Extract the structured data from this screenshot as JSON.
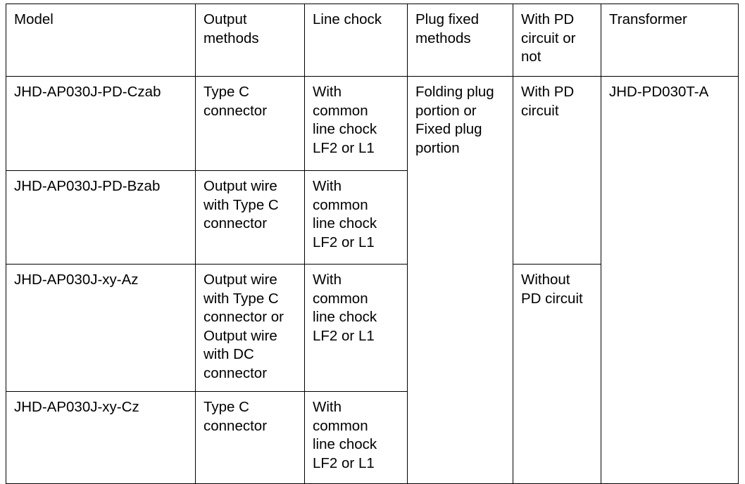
{
  "table": {
    "columns": [
      {
        "key": "model",
        "label": "Model"
      },
      {
        "key": "output",
        "label": "Output\nmethods"
      },
      {
        "key": "chock",
        "label": "Line chock"
      },
      {
        "key": "plug",
        "label": "Plug fixed\nmethods"
      },
      {
        "key": "pd",
        "label": "With PD\ncircuit or\nnot"
      },
      {
        "key": "transformer",
        "label": "Transformer"
      }
    ],
    "rows": [
      {
        "model": "JHD-AP030J-PD-Czab",
        "output": "Type C\nconnector",
        "chock": "With\ncommon\nline chock\nLF2 or L1"
      },
      {
        "model": "JHD-AP030J-PD-Bzab",
        "output": "Output wire\nwith Type C\nconnector",
        "chock": "With\ncommon\nline chock\nLF2 or L1"
      },
      {
        "model": "JHD-AP030J-xy-Az",
        "output": "Output wire\nwith Type C\nconnector or\nOutput wire\nwith DC\nconnector",
        "chock": "With\ncommon\nline chock\nLF2 or L1"
      },
      {
        "model": "JHD-AP030J-xy-Cz",
        "output": "Type C\nconnector",
        "chock": "With\ncommon\nline chock\nLF2 or L1"
      }
    ],
    "merged": {
      "plug_fixed_methods": "Folding plug\nportion or\nFixed plug\nportion",
      "transformer": "JHD-PD030T-A",
      "pd_with": "With PD\ncircuit",
      "pd_without": "Without\nPD circuit"
    }
  },
  "colors": {
    "border": "#000000",
    "text": "#000000",
    "background": "#ffffff"
  }
}
